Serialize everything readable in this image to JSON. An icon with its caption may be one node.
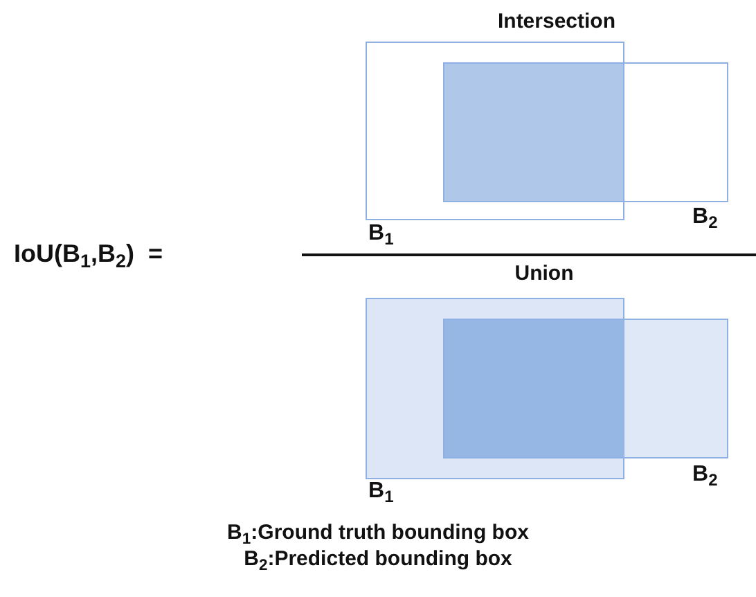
{
  "diagram": {
    "nodes": [
      {
        "text": [],
        "shape": "box",
        "beside": [
          "B$_{1}$"
        ]
      },
      {
        "text": [],
        "shape": "box",
        "beside": [
          "B$_{2}$"
        ]
      },
      {
        "text": [],
        "shape": "box",
        "beside": [
          "B$_{1}$"
        ]
      },
      {
        "text": [],
        "shape": "box",
        "beside": [
          "B$_{2}$"
        ]
      }
    ],
    "labels": [
      "Intersection",
      "IoU(B$_{1}$,B$_{2}$)  =",
      "Union",
      "B$_{1}$:Ground truth bounding box",
      "B$_{2}$:Predicted bounding box"
    ]
  }
}
